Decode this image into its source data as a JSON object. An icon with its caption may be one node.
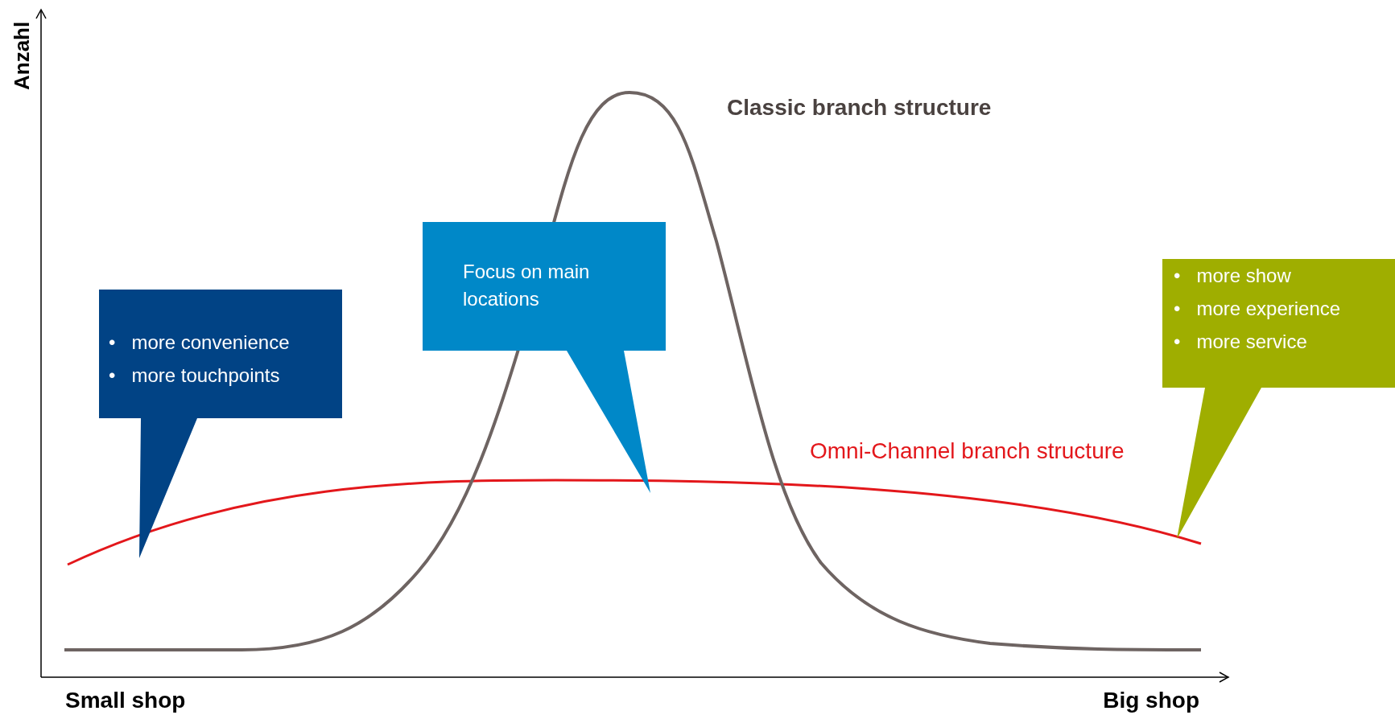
{
  "diagram": {
    "nodes": [
      {
        "text": [
          "•   more convenience",
          "•   more touchpoints"
        ]
      },
      {
        "text": [
          "Focus on main locations"
        ]
      },
      {
        "text": [
          "•   more show",
          "•   more experience",
          "•   more service"
        ]
      }
    ],
    "edges": [],
    "labels": [
      "Anzahl",
      "Classic branch structure",
      "Omni-Channel branch structure",
      "Small shop",
      "Big shop"
    ]
  }
}
